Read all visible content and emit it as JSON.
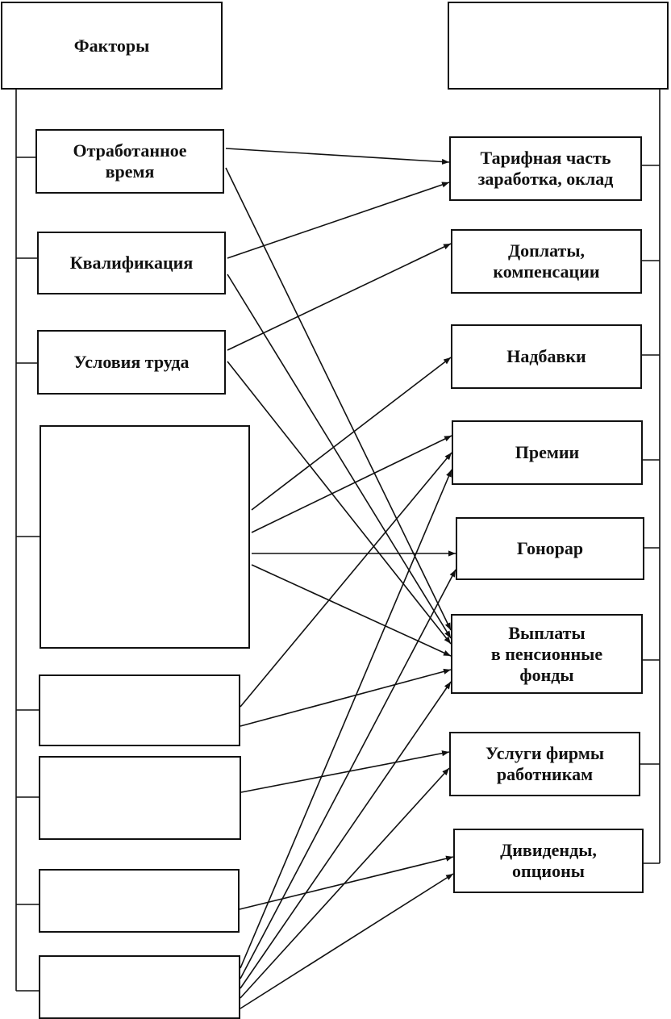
{
  "colors": {
    "line": "#111111",
    "background": "#ffffff"
  },
  "headers": {
    "factors": "Факторы",
    "components": ""
  },
  "factors": [
    {
      "id": "f1",
      "label": "Отработанное\nвремя"
    },
    {
      "id": "f2",
      "label": "Квалификация"
    },
    {
      "id": "f3",
      "label": "Условия труда"
    },
    {
      "id": "f4",
      "label": ""
    },
    {
      "id": "f5",
      "label": ""
    },
    {
      "id": "f6",
      "label": ""
    },
    {
      "id": "f7",
      "label": ""
    },
    {
      "id": "f8",
      "label": ""
    }
  ],
  "components": [
    {
      "id": "c1",
      "label": "Тарифная часть\nзаработка, оклад"
    },
    {
      "id": "c2",
      "label": "Доплаты,\nкомпенсации"
    },
    {
      "id": "c3",
      "label": "Надбавки"
    },
    {
      "id": "c4",
      "label": "Премии"
    },
    {
      "id": "c5",
      "label": "Гонорар"
    },
    {
      "id": "c6",
      "label": "Выплаты\nв пенсионные\nфонды"
    },
    {
      "id": "c7",
      "label": "Услуги фирмы\nработникам"
    },
    {
      "id": "c8",
      "label": "Дивиденды,\nопционы"
    }
  ],
  "connections": [
    {
      "from": "f1",
      "to": "c1"
    },
    {
      "from": "f1",
      "to": "c6"
    },
    {
      "from": "f2",
      "to": "c1"
    },
    {
      "from": "f2",
      "to": "c6"
    },
    {
      "from": "f3",
      "to": "c2"
    },
    {
      "from": "f3",
      "to": "c6"
    },
    {
      "from": "f4",
      "to": "c3"
    },
    {
      "from": "f4",
      "to": "c4"
    },
    {
      "from": "f4",
      "to": "c5"
    },
    {
      "from": "f4",
      "to": "c6"
    },
    {
      "from": "f5",
      "to": "c4"
    },
    {
      "from": "f5",
      "to": "c6"
    },
    {
      "from": "f6",
      "to": "c7"
    },
    {
      "from": "f7",
      "to": "c8"
    },
    {
      "from": "f8",
      "to": "c4"
    },
    {
      "from": "f8",
      "to": "c5"
    },
    {
      "from": "f8",
      "to": "c6"
    },
    {
      "from": "f8",
      "to": "c7"
    },
    {
      "from": "f8",
      "to": "c8"
    }
  ]
}
